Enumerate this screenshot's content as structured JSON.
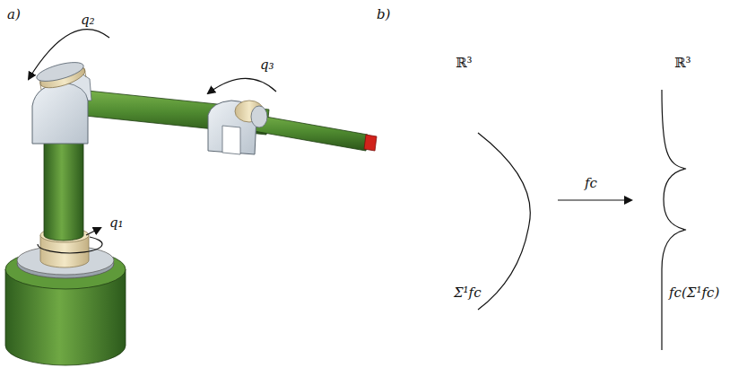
{
  "diagram": {
    "labels": [
      "a)",
      "b)",
      "q₂",
      "q₃",
      "q₁",
      "ℝ³",
      "ℝ³",
      "fc",
      "Σ¹fc",
      "fc(Σ¹fc)"
    ]
  }
}
